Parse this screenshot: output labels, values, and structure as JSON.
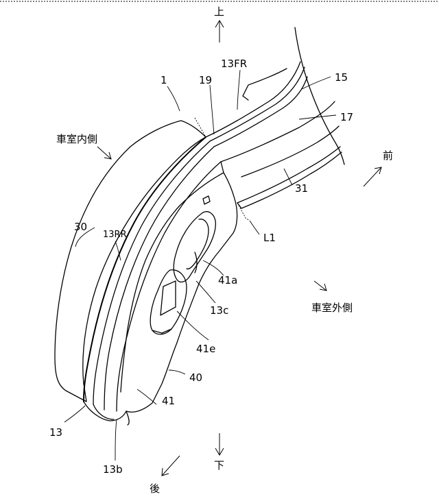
{
  "labels": {
    "ref_1": "1",
    "ref_19": "19",
    "ref_13FR": "13FR",
    "ref_15": "15",
    "ref_17": "17",
    "ref_31": "31",
    "ref_L1": "L1",
    "ref_30": "30",
    "ref_13RR": "13RR",
    "ref_41a": "41a",
    "ref_13c": "13c",
    "ref_41e": "41e",
    "ref_40": "40",
    "ref_41": "41",
    "ref_13": "13",
    "ref_13b": "13b"
  },
  "directions": {
    "up": "上",
    "down": "下",
    "front": "前",
    "rear": "後",
    "cabin_inner": "車室内側",
    "cabin_outer": "車室外側"
  },
  "colors": {
    "ink": "#000000",
    "paper": "#ffffff"
  }
}
